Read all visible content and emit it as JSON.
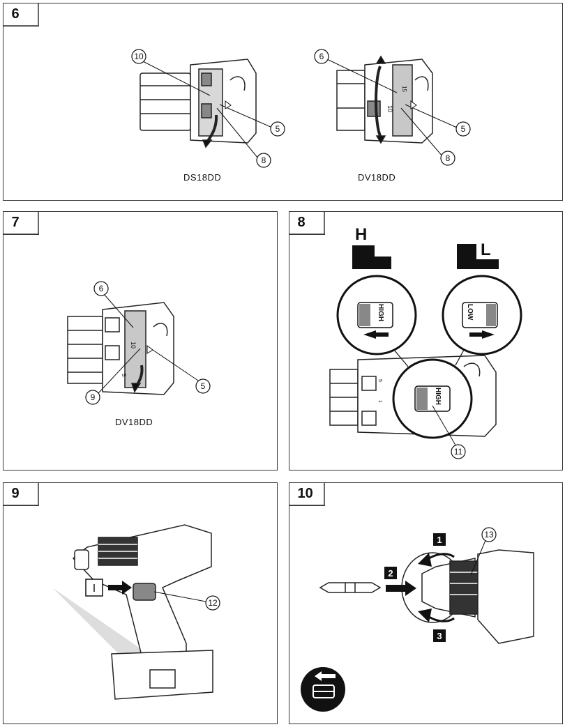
{
  "figures": [
    {
      "number": "6",
      "captions": [
        "DS18DD",
        "DV18DD"
      ],
      "callouts": {
        "a": "10",
        "b": "5",
        "c": "8",
        "d": "6",
        "e": "5",
        "f": "8"
      },
      "dial_numbers": [
        "15",
        "10"
      ]
    },
    {
      "number": "7",
      "captions": [
        "DV18DD"
      ],
      "callouts": {
        "a": "6",
        "b": "9",
        "c": "5"
      },
      "dial_numbers": [
        "10",
        "5"
      ]
    },
    {
      "number": "8",
      "speed_high": "H",
      "speed_low": "L",
      "switch_high": "HIGH",
      "switch_low": "LOW",
      "callouts": {
        "a": "11"
      },
      "dial_numbers": [
        "1",
        "5"
      ]
    },
    {
      "number": "9",
      "step_marker": "I",
      "callouts": {
        "a": "12"
      }
    },
    {
      "number": "10",
      "steps": [
        "1",
        "2",
        "3"
      ],
      "callouts": {
        "a": "13"
      }
    }
  ]
}
